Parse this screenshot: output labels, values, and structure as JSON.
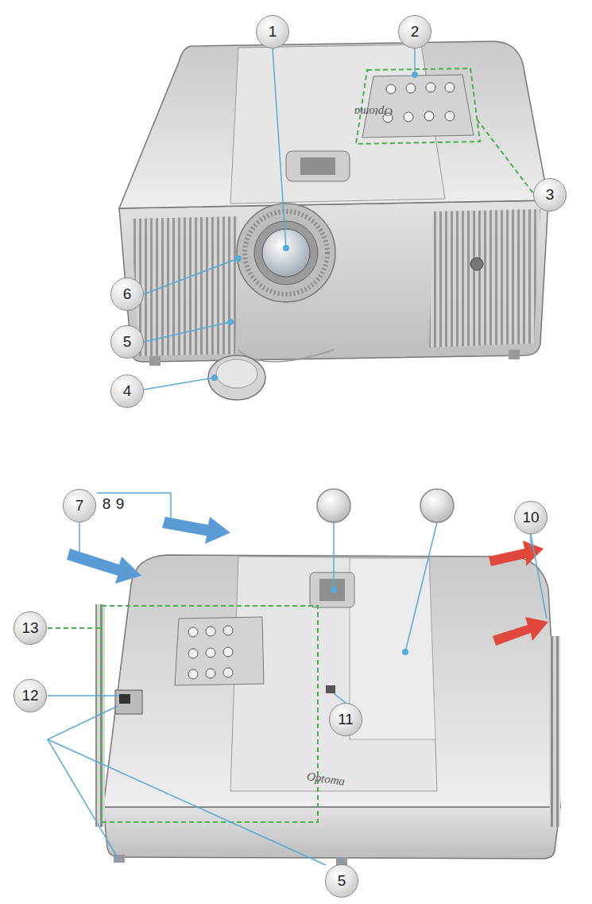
{
  "diagram": {
    "labels": [
      "1",
      "2",
      "3",
      "6",
      "5",
      "4",
      "7",
      "8",
      "9",
      "10",
      "13",
      "12",
      "11",
      "5",
      "Optoma",
      "Optoma"
    ]
  }
}
